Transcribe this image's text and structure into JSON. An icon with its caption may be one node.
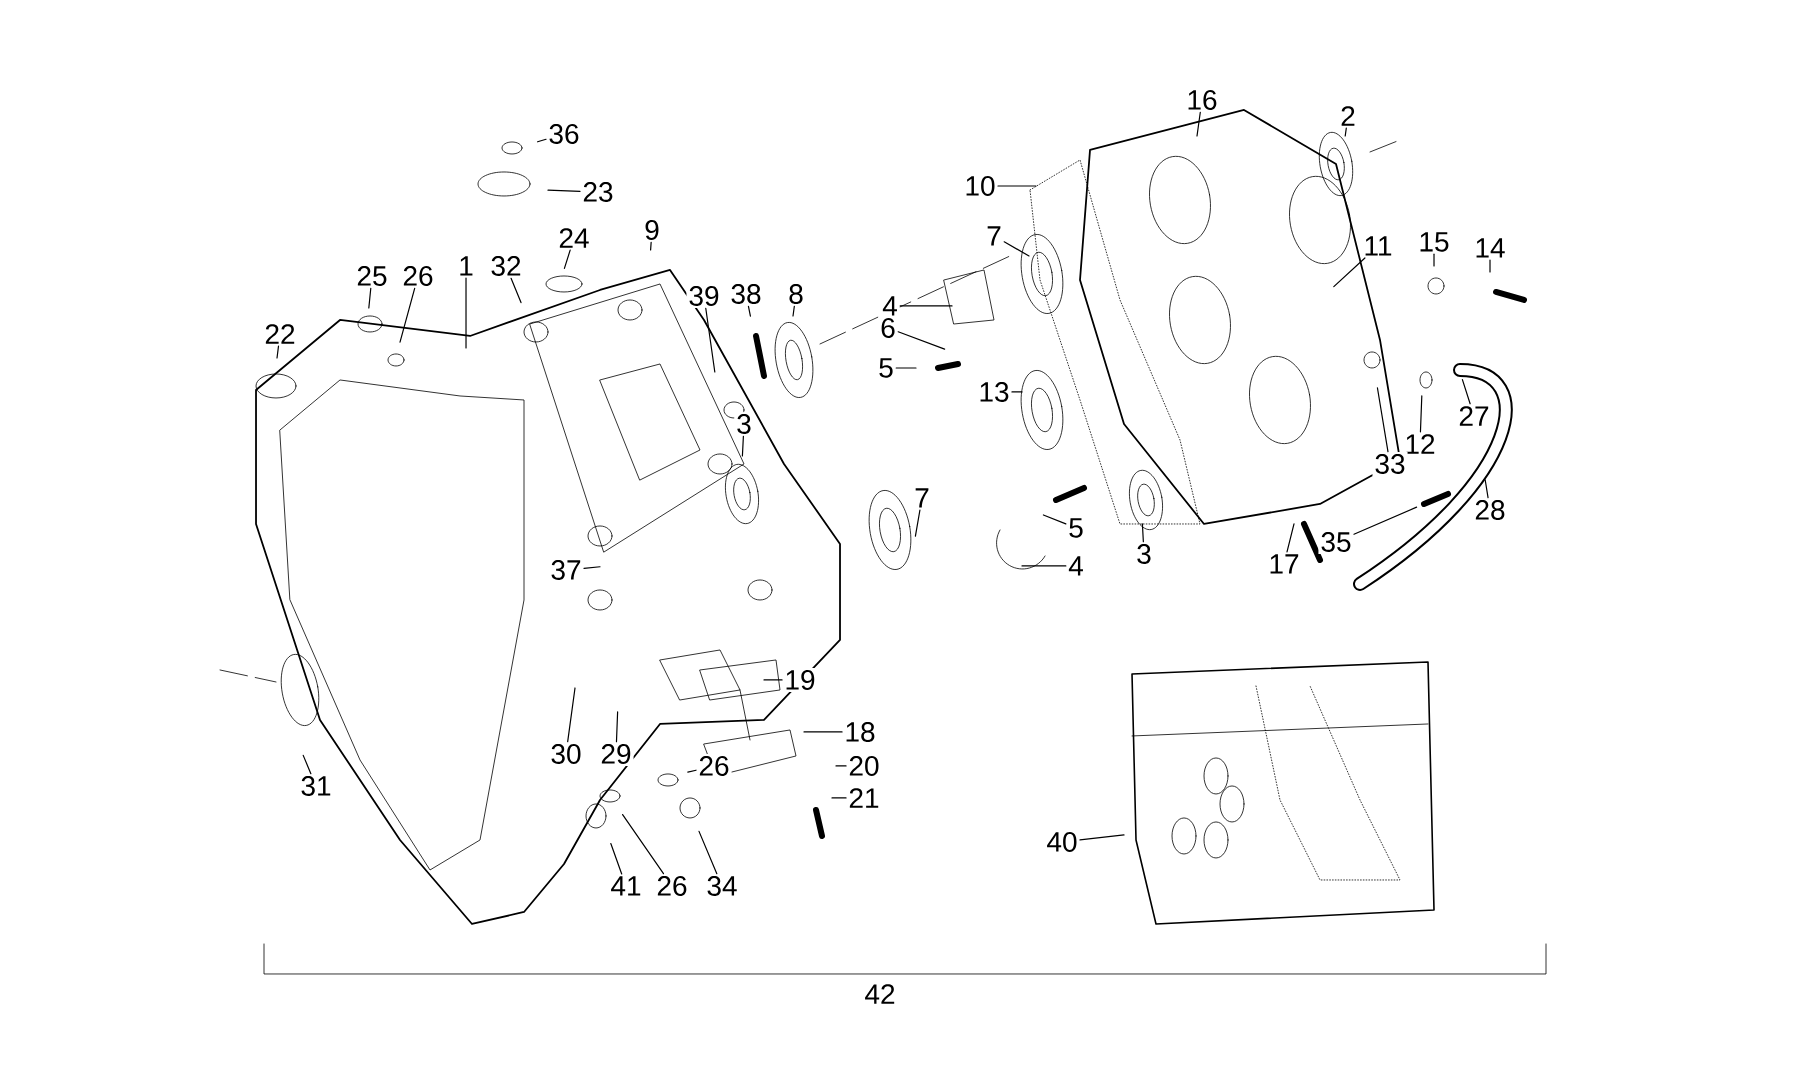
{
  "diagram": {
    "nodes": [
      {
        "text": [
          "36"
        ]
      },
      {
        "text": [
          "23"
        ]
      },
      {
        "text": [
          "24"
        ]
      },
      {
        "text": [
          "9"
        ]
      },
      {
        "text": [
          "25"
        ]
      },
      {
        "text": [
          "26"
        ]
      },
      {
        "text": [
          "1"
        ]
      },
      {
        "text": [
          "32"
        ]
      },
      {
        "text": [
          "22"
        ]
      },
      {
        "text": [
          "39"
        ]
      },
      {
        "text": [
          "38"
        ]
      },
      {
        "text": [
          "8"
        ]
      },
      {
        "text": [
          "37"
        ]
      },
      {
        "text": [
          "16"
        ]
      },
      {
        "text": [
          "2"
        ]
      },
      {
        "text": [
          "10"
        ]
      },
      {
        "text": [
          "7"
        ]
      },
      {
        "text": [
          "4"
        ]
      },
      {
        "text": [
          "6"
        ]
      },
      {
        "text": [
          "5"
        ]
      },
      {
        "text": [
          "13"
        ]
      },
      {
        "text": [
          "3"
        ]
      },
      {
        "text": [
          "7"
        ]
      },
      {
        "text": [
          "5"
        ]
      },
      {
        "text": [
          "4"
        ]
      },
      {
        "text": [
          "3"
        ]
      },
      {
        "text": [
          "11"
        ]
      },
      {
        "text": [
          "15"
        ]
      },
      {
        "text": [
          "14"
        ]
      },
      {
        "text": [
          "27"
        ]
      },
      {
        "text": [
          "12"
        ]
      },
      {
        "text": [
          "33"
        ]
      },
      {
        "text": [
          "17"
        ]
      },
      {
        "text": [
          "35"
        ]
      },
      {
        "text": [
          "28"
        ]
      },
      {
        "text": [
          "19"
        ]
      },
      {
        "text": [
          "18"
        ]
      },
      {
        "text": [
          "20"
        ]
      },
      {
        "text": [
          "21"
        ]
      },
      {
        "text": [
          "26"
        ]
      },
      {
        "text": [
          "30"
        ]
      },
      {
        "text": [
          "29"
        ]
      },
      {
        "text": [
          "41"
        ]
      },
      {
        "text": [
          "26"
        ]
      },
      {
        "text": [
          "34"
        ]
      },
      {
        "text": [
          "31"
        ]
      },
      {
        "text": [
          "40"
        ]
      }
    ],
    "edges": [
      {
        "from": 0,
        "to": null,
        "arrow": "none"
      },
      {
        "from": 1,
        "to": null,
        "arrow": "none"
      },
      {
        "from": 2,
        "to": null,
        "arrow": "none"
      },
      {
        "from": 3,
        "to": null,
        "arrow": "none"
      },
      {
        "from": 4,
        "to": null,
        "arrow": "none"
      },
      {
        "from": 5,
        "to": null,
        "arrow": "none"
      },
      {
        "from": 6,
        "to": null,
        "arrow": "none"
      },
      {
        "from": 7,
        "to": null,
        "arrow": "none"
      },
      {
        "from": 8,
        "to": null,
        "arrow": "none"
      },
      {
        "from": 9,
        "to": null,
        "arrow": "none"
      },
      {
        "from": 10,
        "to": null,
        "arrow": "none"
      },
      {
        "from": 11,
        "to": null,
        "arrow": "none"
      },
      {
        "from": 12,
        "to": null,
        "arrow": "none"
      },
      {
        "from": 13,
        "to": null,
        "arrow": "none"
      },
      {
        "from": 14,
        "to": null,
        "arrow": "none"
      },
      {
        "from": 15,
        "to": null,
        "arrow": "none"
      },
      {
        "from": 16,
        "to": null,
        "arrow": "none"
      },
      {
        "from": 17,
        "to": null,
        "arrow": "none"
      },
      {
        "from": 18,
        "to": null,
        "arrow": "none"
      },
      {
        "from": 19,
        "to": null,
        "arrow": "none"
      },
      {
        "from": 20,
        "to": null,
        "arrow": "none"
      },
      {
        "from": 21,
        "to": null,
        "arrow": "none"
      },
      {
        "from": 22,
        "to": null,
        "arrow": "none"
      },
      {
        "from": 23,
        "to": null,
        "arrow": "none"
      },
      {
        "from": 24,
        "to": null,
        "arrow": "none"
      },
      {
        "from": 25,
        "to": null,
        "arrow": "none"
      },
      {
        "from": 26,
        "to": null,
        "arrow": "none"
      },
      {
        "from": 27,
        "to": null,
        "arrow": "none"
      },
      {
        "from": 28,
        "to": null,
        "arrow": "none"
      },
      {
        "from": 29,
        "to": null,
        "arrow": "none"
      },
      {
        "from": 30,
        "to": null,
        "arrow": "none"
      },
      {
        "from": 31,
        "to": null,
        "arrow": "none"
      },
      {
        "from": 32,
        "to": null,
        "arrow": "none"
      },
      {
        "from": 33,
        "to": null,
        "arrow": "none"
      },
      {
        "from": 34,
        "to": null,
        "arrow": "none"
      },
      {
        "from": 35,
        "to": null,
        "arrow": "none"
      },
      {
        "from": 36,
        "to": null,
        "arrow": "none"
      },
      {
        "from": 37,
        "to": null,
        "arrow": "none"
      },
      {
        "from": 38,
        "to": null,
        "arrow": "none"
      },
      {
        "from": 39,
        "to": null,
        "arrow": "none"
      },
      {
        "from": 40,
        "to": null,
        "arrow": "none"
      },
      {
        "from": 41,
        "to": null,
        "arrow": "none"
      },
      {
        "from": 42,
        "to": null,
        "arrow": "none"
      },
      {
        "from": 43,
        "to": null,
        "arrow": "none"
      },
      {
        "from": 44,
        "to": null,
        "arrow": "none"
      },
      {
        "from": 45,
        "to": null,
        "arrow": "none"
      },
      {
        "from": 46,
        "to": null,
        "arrow": "none"
      }
    ],
    "labels": [
      "42"
    ]
  }
}
